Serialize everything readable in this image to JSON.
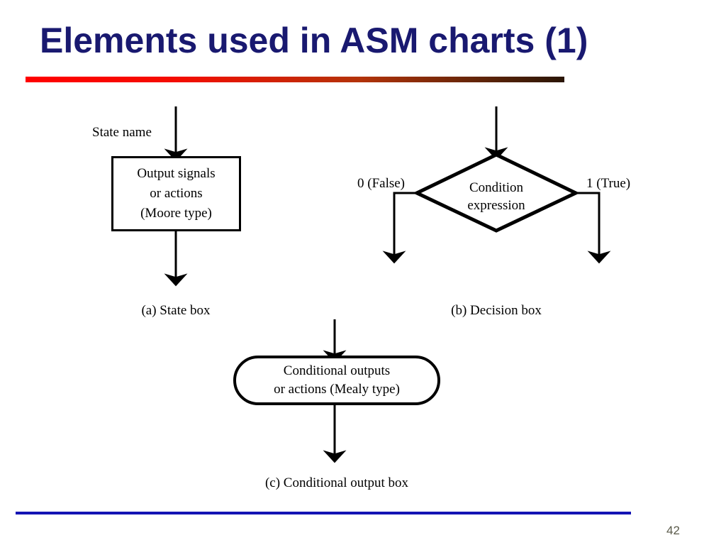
{
  "slide": {
    "title": "Elements used in ASM charts (1)",
    "page_number": "42",
    "title_color": "#191970",
    "rule_color_start": "#FF0000",
    "rule_color_end": "#2A1505",
    "footer_rule_color": "#1414B4"
  },
  "state_box": {
    "incoming_label": "State name",
    "lines": [
      "Output signals",
      "or actions",
      "(Moore type)"
    ],
    "caption": "(a) State box"
  },
  "decision_box": {
    "lines": [
      "Condition",
      "expression"
    ],
    "false_label": "0 (False)",
    "true_label": "1 (True)",
    "caption": "(b) Decision box"
  },
  "conditional_box": {
    "lines": [
      "Conditional outputs",
      "or actions (Mealy type)"
    ],
    "caption": "(c) Conditional output box"
  }
}
